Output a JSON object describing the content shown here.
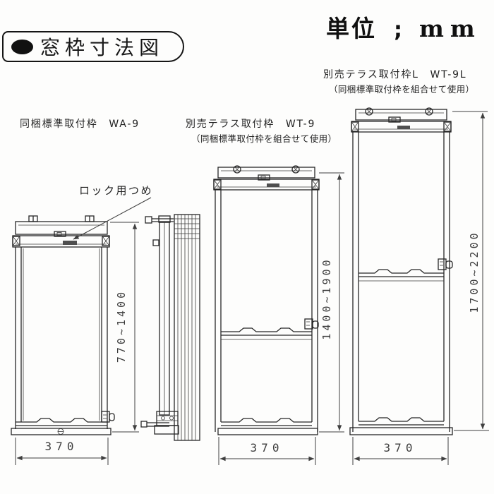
{
  "title": {
    "bullet": "●",
    "text": "窓枠寸法図"
  },
  "unit": {
    "label": "単位",
    "separator": ";",
    "value": "mm"
  },
  "drawing": {
    "wa9": {
      "label": "同梱標準取付枠　WA-9",
      "height_range": "770~1400",
      "width": "370"
    },
    "wt9": {
      "label": "別売テラス取付枠　WT-9",
      "note": "（同梱標準取付枠を組合せて使用）",
      "height_range": "1400~1900",
      "width": "370"
    },
    "wt9l": {
      "label": "別売テラス取付枠L　WT-9L",
      "note": "（同梱標準取付枠を組合せて使用）",
      "height_range": "1700~2200",
      "width": "370"
    },
    "lock_tab_label": "ロック用つめ"
  }
}
